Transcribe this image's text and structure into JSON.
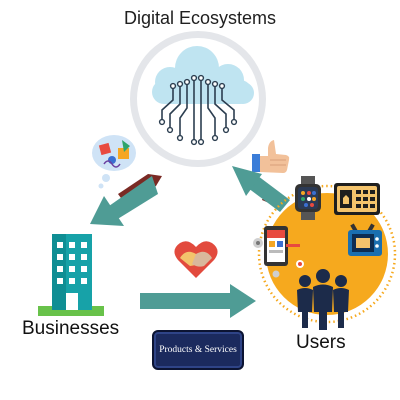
{
  "title": "Digital Ecosystems",
  "nodes": {
    "businesses": "Businesses",
    "users": "Users"
  },
  "products_box": "Products & Services",
  "colors": {
    "arrow": "#4f9c95",
    "arrow_tail": "#7a2a24",
    "cloud": "#bfe4f1",
    "cloud_ring": "#e4e6ea",
    "circuit": "#2c3e50",
    "users_circle": "#f6a91e",
    "building": "#17a2a8",
    "building_base": "#68c24a",
    "products_bg": "#1b2a5e"
  },
  "icons": [
    "cloud-circuit-icon",
    "building-icon",
    "users-group-icon",
    "thumbs-up-icon",
    "smartwatch-icon",
    "keypad-icon",
    "phone-shopping-icon",
    "tablet-tv-icon",
    "handshake-heart-icon",
    "chat-bubble-icon"
  ]
}
